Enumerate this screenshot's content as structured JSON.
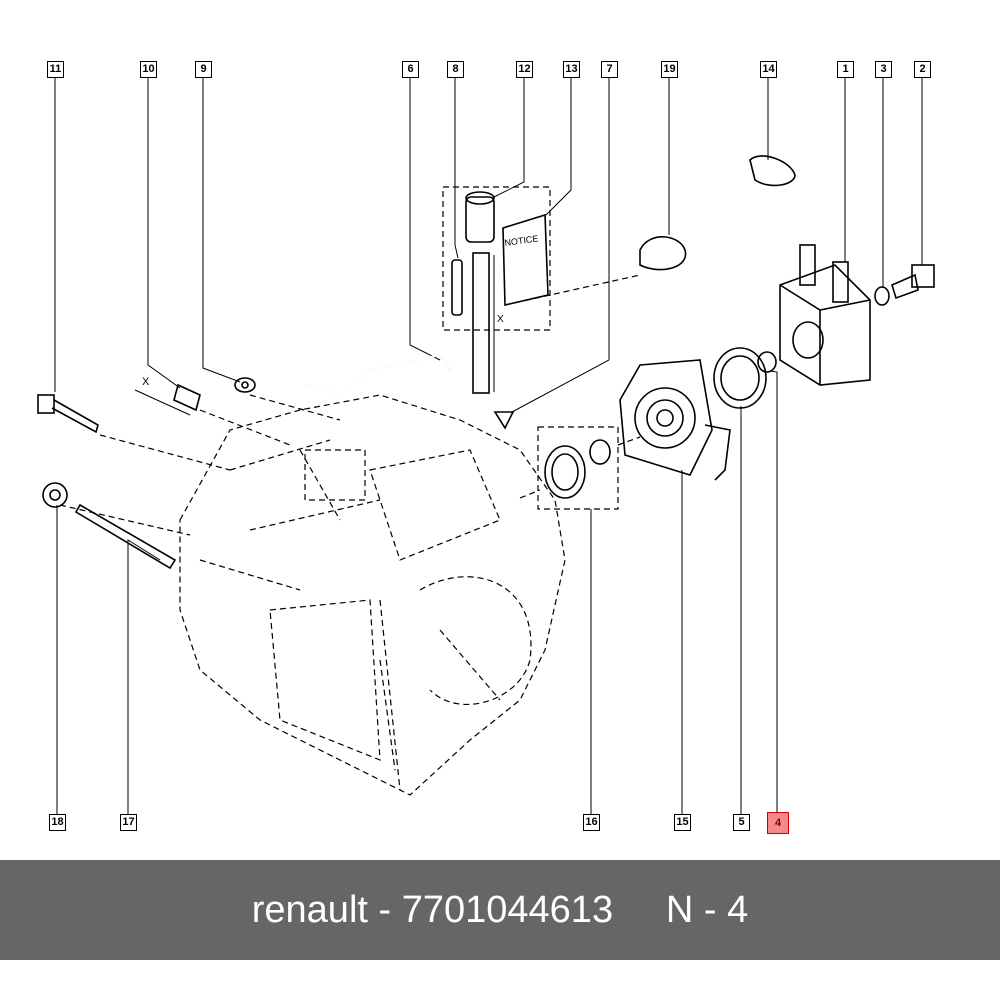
{
  "callouts": [
    "11",
    "10",
    "9",
    "6",
    "8",
    "12",
    "13",
    "7",
    "19",
    "14",
    "1",
    "3",
    "2",
    "18",
    "17",
    "16",
    "15",
    "5",
    "4"
  ],
  "highlighted_callout": "4",
  "highlight_color": "#f48a8a",
  "diagram_text": {
    "notice": "NOTICE",
    "dimension_x": "X"
  },
  "footer": {
    "brand": "renault",
    "separator": " - ",
    "part_number": "7701044613",
    "position": "N - 4"
  },
  "footer_color": "#666666"
}
